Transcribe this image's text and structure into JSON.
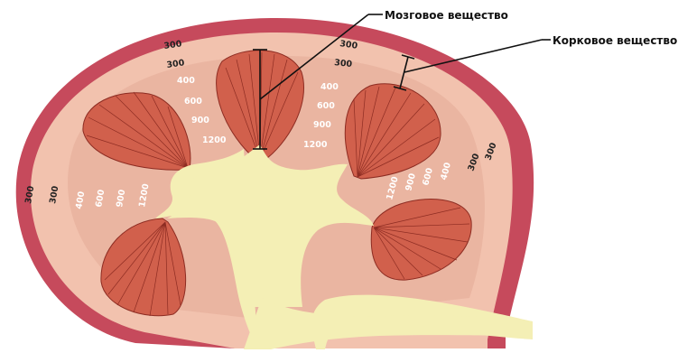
{
  "callouts": {
    "medulla": "Мозговое вещество",
    "cortex": "Корковое вещество"
  },
  "osmolarity": {
    "outer": "300",
    "gradient": [
      "400",
      "600",
      "900",
      "1200"
    ]
  },
  "colors": {
    "capsule": "#c64a5c",
    "cortex": "#f2c2ae",
    "inner_zone": "#e9b39f",
    "pyramid": "#d1604c",
    "pyramid_lines": "#8d2c22",
    "pelvis": "#f4efb5"
  }
}
